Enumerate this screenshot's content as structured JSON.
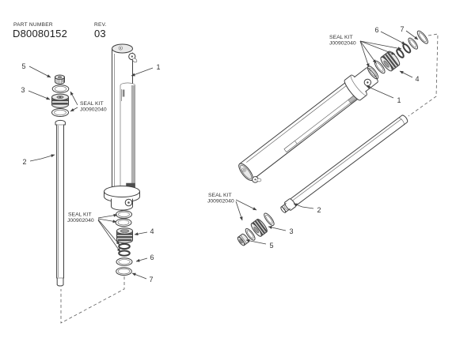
{
  "title": {
    "part_number_label": "PART NUMBER",
    "part_number": "D80080152",
    "rev_label": "REV.",
    "rev_value": "03"
  },
  "seal_kit_label": {
    "line1": "SEAL KIT",
    "line2": "J00902040"
  },
  "callouts": {
    "left": {
      "c1": "1",
      "c2": "2",
      "c3": "3",
      "c4": "4",
      "c5": "5",
      "c6": "6",
      "c7": "7"
    },
    "right": {
      "c1": "1",
      "c2": "2",
      "c3": "3",
      "c4": "4",
      "c5": "5",
      "c6": "6",
      "c7": "7"
    }
  },
  "colors": {
    "background": "#ffffff",
    "line": "#3f3f3f",
    "dark_fill": "#4e4e4e",
    "mid_fill": "#9b9b9b",
    "light_fill": "#e9e9e9"
  }
}
